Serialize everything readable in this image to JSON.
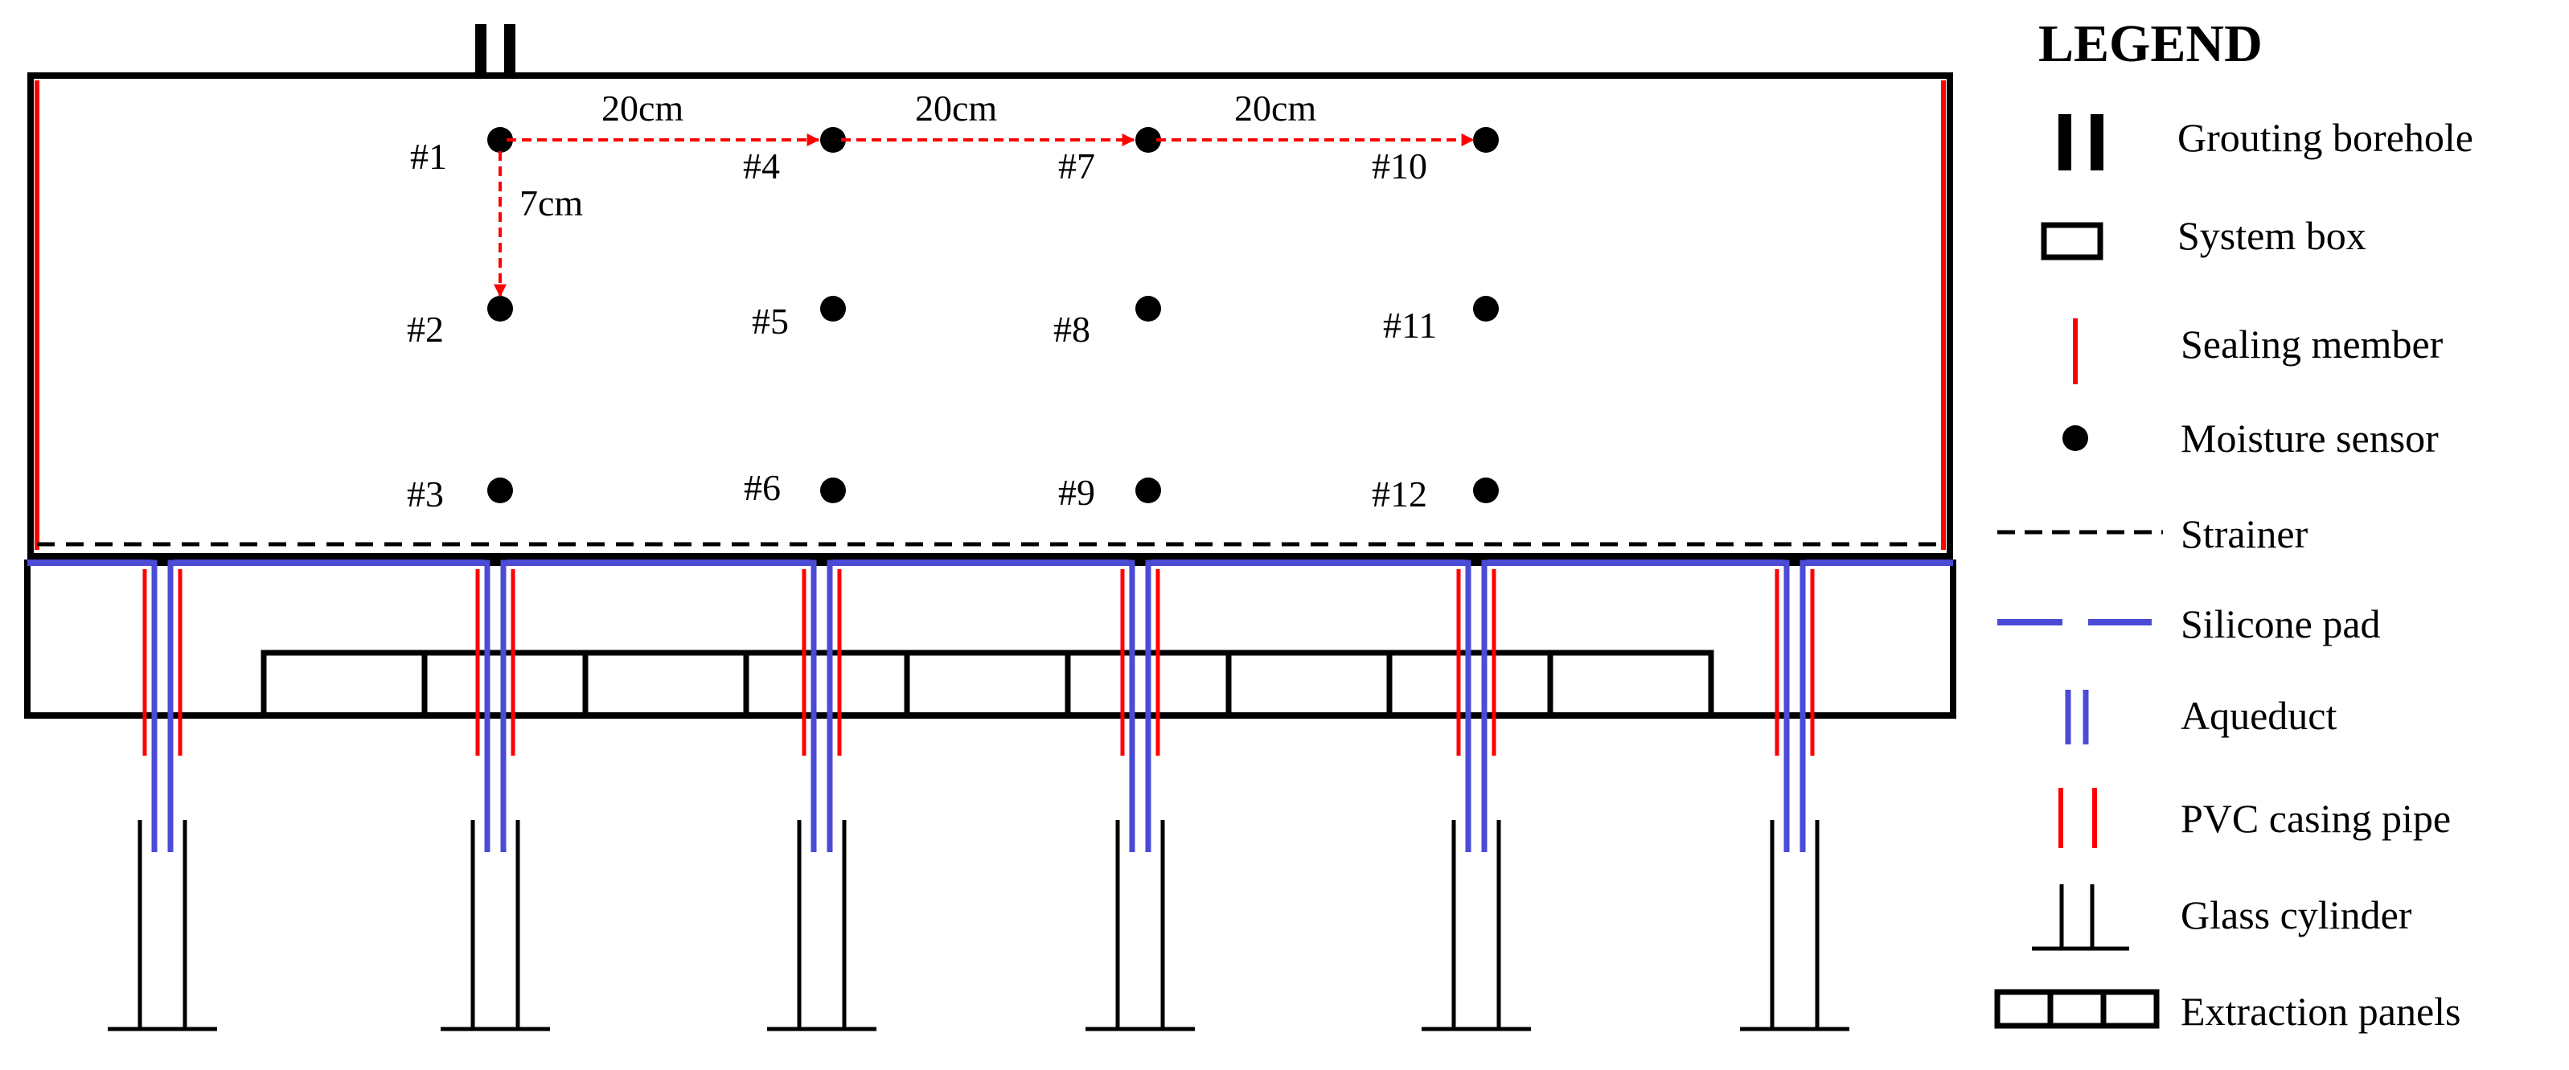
{
  "colors": {
    "outline": "#000000",
    "sealing_member": "#ff0000",
    "silicone_pad": "#4b4bd6",
    "pvc_casing_pipe": "#ff0000",
    "aqueduct": "#4b4bd6",
    "dimension_arrow": "#ff0000",
    "sensor": "#000000",
    "strainer": "#000000"
  },
  "diagram": {
    "sensors": [
      {
        "id": "s1",
        "label": "#1"
      },
      {
        "id": "s2",
        "label": "#2"
      },
      {
        "id": "s3",
        "label": "#3"
      },
      {
        "id": "s4",
        "label": "#4"
      },
      {
        "id": "s5",
        "label": "#5"
      },
      {
        "id": "s6",
        "label": "#6"
      },
      {
        "id": "s7",
        "label": "#7"
      },
      {
        "id": "s8",
        "label": "#8"
      },
      {
        "id": "s9",
        "label": "#9"
      },
      {
        "id": "s10",
        "label": "#10"
      },
      {
        "id": "s11",
        "label": "#11"
      },
      {
        "id": "s12",
        "label": "#12"
      }
    ],
    "dimensions": {
      "spacing_1": "20cm",
      "spacing_2": "20cm",
      "spacing_3": "20cm",
      "vertical": "7cm"
    },
    "drain_count": 6,
    "extraction_panel_count": 9
  },
  "legend": {
    "title": "LEGEND",
    "items": [
      {
        "icon": "grouting-borehole-icon",
        "label": "Grouting borehole"
      },
      {
        "icon": "system-box-icon",
        "label": "System box"
      },
      {
        "icon": "sealing-member-icon",
        "label": "Sealing member"
      },
      {
        "icon": "moisture-sensor-icon",
        "label": "Moisture sensor"
      },
      {
        "icon": "strainer-icon",
        "label": "Strainer"
      },
      {
        "icon": "silicone-pad-icon",
        "label": "Silicone pad"
      },
      {
        "icon": "aqueduct-icon",
        "label": "Aqueduct"
      },
      {
        "icon": "pvc-casing-pipe-icon",
        "label": "PVC casing pipe"
      },
      {
        "icon": "glass-cylinder-icon",
        "label": "Glass cylinder"
      },
      {
        "icon": "extraction-panels-icon",
        "label": "Extraction panels"
      }
    ]
  }
}
